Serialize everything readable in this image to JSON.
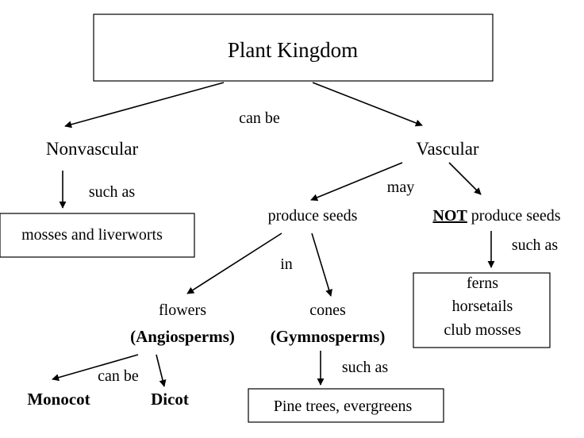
{
  "title": "Plant Kingdom",
  "links": {
    "can_be": "can be",
    "may": "may",
    "such_as_nonvascular": "such as",
    "such_as_not_seeds": "such as",
    "in": "in",
    "such_as_gymno": "such as",
    "can_be_angio": "can be"
  },
  "nodes": {
    "nonvascular": "Nonvascular",
    "vascular": "Vascular",
    "mosses": "mosses and liverworts",
    "produce_seeds": "produce seeds",
    "not_word": "NOT",
    "not_rest": " produce seeds",
    "ferns": "ferns",
    "horsetails": "horsetails",
    "club_mosses": "club mosses",
    "flowers": "flowers",
    "angiosperms": "(Angiosperms)",
    "cones": "cones",
    "gymnosperms": "(Gymnosperms)",
    "monocot": "Monocot",
    "dicot": "Dicot",
    "pine_trees": "Pine trees, evergreens"
  }
}
